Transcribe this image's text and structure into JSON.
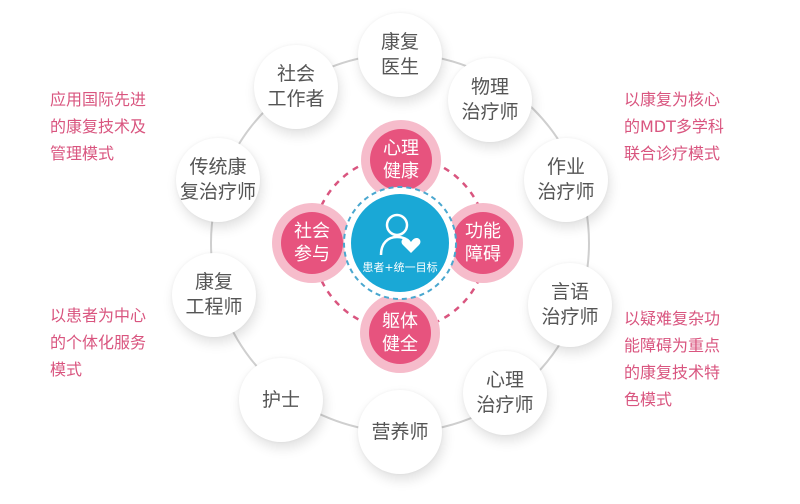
{
  "colors": {
    "pink_text": "#d9557f",
    "pink_inner": "#e7537e",
    "pink_outer": "#f6bccb",
    "center_blue": "#1aa8d6",
    "ring_gray": "#cfcfcf",
    "node_text": "#555555"
  },
  "center": {
    "icon": "person-heart-icon",
    "label": "患者+统一目标"
  },
  "inner_nodes": [
    {
      "label": "心理\n健康"
    },
    {
      "label": "功能\n障碍"
    },
    {
      "label": "躯体\n健全"
    },
    {
      "label": "社会\n参与"
    }
  ],
  "outer_nodes": [
    {
      "label": "康复\n医生"
    },
    {
      "label": "物理\n治疗师"
    },
    {
      "label": "作业\n治疗师"
    },
    {
      "label": "言语\n治疗师"
    },
    {
      "label": "心理\n治疗师"
    },
    {
      "label": "营养师"
    },
    {
      "label": "护士"
    },
    {
      "label": "康复\n工程师"
    },
    {
      "label": "传统康\n复治疗师"
    },
    {
      "label": "社会\n工作者"
    }
  ],
  "side_notes": {
    "top_left": "应用国际先进\n的康复技术及\n管理模式",
    "bottom_left": "以患者为中心\n的个体化服务\n模式",
    "top_right": "以康复为核心\n的MDT多学科\n联合诊疗模式",
    "bottom_right": "以疑难复杂功\n能障碍为重点\n的康复技术特\n色模式"
  }
}
